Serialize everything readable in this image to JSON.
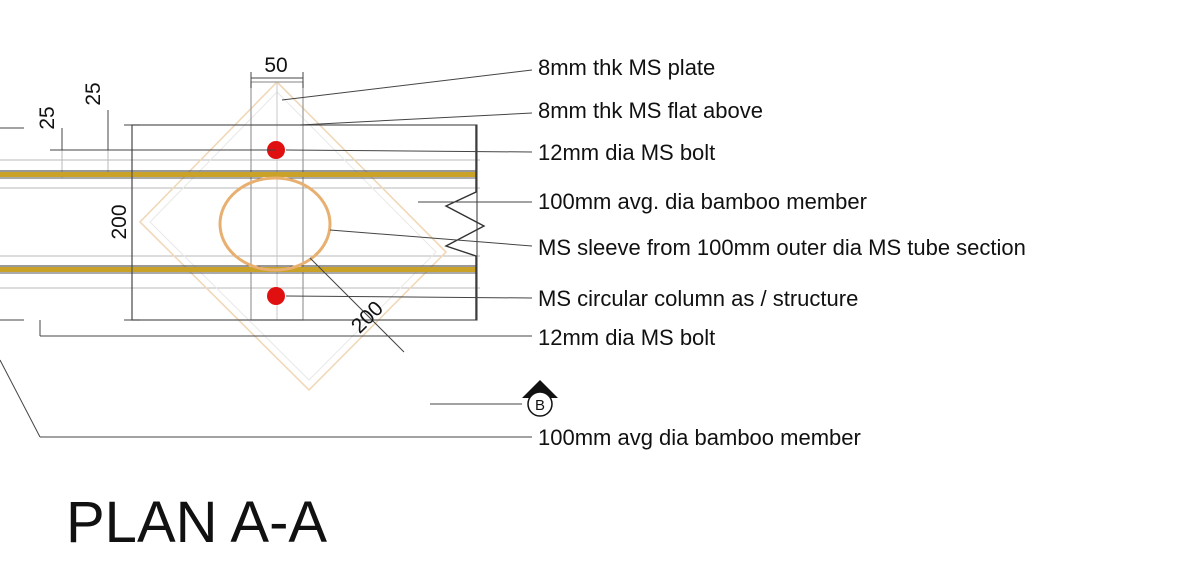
{
  "title": "PLAN A-A",
  "section_marker": "B",
  "dimensions": {
    "top_width": "50",
    "edge_upper": "25",
    "edge_lower": "25",
    "height": "200",
    "diagonal": "200"
  },
  "callouts": [
    "8mm thk MS plate",
    "8mm thk MS flat above",
    "12mm dia MS bolt",
    "100mm avg. dia bamboo member",
    "MS sleeve from 100mm outer dia MS tube section",
    "MS circular column as / structure",
    "12mm dia MS bolt",
    "100mm avg dia bamboo member"
  ],
  "colors": {
    "bamboo": "#c9a227",
    "bolt": "#e01010",
    "sleeve": "#e8b070",
    "line": "#333333"
  }
}
